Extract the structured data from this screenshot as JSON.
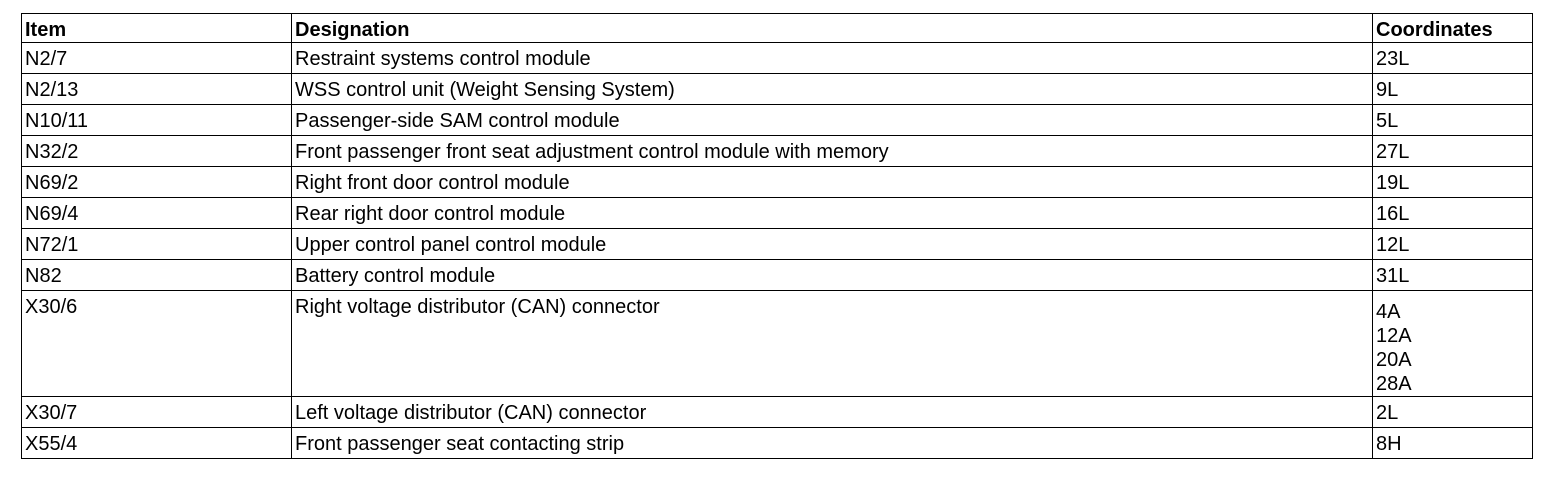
{
  "table": {
    "headers": {
      "item": "Item",
      "designation": "Designation",
      "coordinates": "Coordinates"
    },
    "rows": [
      {
        "item": "N2/7",
        "designation": "Restraint systems control module",
        "coordinates": [
          "23L"
        ]
      },
      {
        "item": "N2/13",
        "designation": "WSS control unit (Weight Sensing System)",
        "coordinates": [
          "9L"
        ]
      },
      {
        "item": "N10/11",
        "designation": "Passenger-side SAM control module",
        "coordinates": [
          "5L"
        ]
      },
      {
        "item": "N32/2",
        "designation": "Front passenger front seat adjustment control module with memory",
        "coordinates": [
          "27L"
        ]
      },
      {
        "item": "N69/2",
        "designation": "Right front door control module",
        "coordinates": [
          "19L"
        ]
      },
      {
        "item": "N69/4",
        "designation": "Rear right door control module",
        "coordinates": [
          "16L"
        ]
      },
      {
        "item": "N72/1",
        "designation": "Upper control panel control module",
        "coordinates": [
          "12L"
        ]
      },
      {
        "item": "N82",
        "designation": "Battery control module",
        "coordinates": [
          "31L"
        ]
      },
      {
        "item": "X30/6",
        "designation": "Right voltage distributor (CAN) connector",
        "coordinates": [
          "4A",
          "12A",
          "20A",
          "28A"
        ]
      },
      {
        "item": "X30/7",
        "designation": "Left voltage distributor (CAN) connector",
        "coordinates": [
          "2L"
        ]
      },
      {
        "item": "X55/4",
        "designation": "Front passenger seat contacting strip",
        "coordinates": [
          "8H"
        ]
      }
    ]
  }
}
